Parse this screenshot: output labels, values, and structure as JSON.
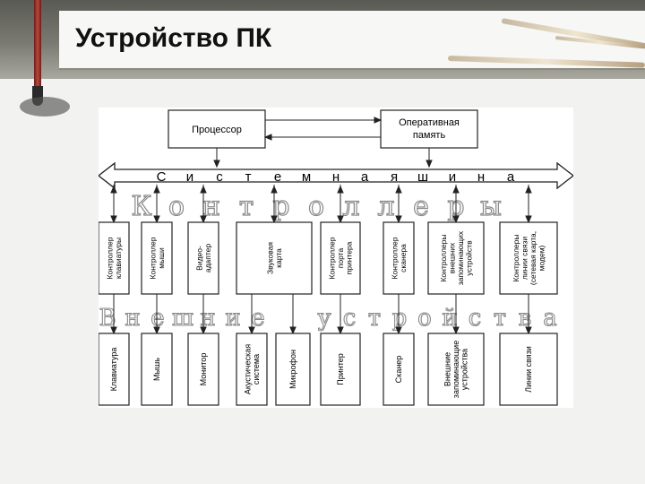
{
  "slide": {
    "title": "Устройство ПК"
  },
  "diagram": {
    "processor": "Процессор",
    "ram": [
      "Оперативная",
      "память"
    ],
    "bus_label": [
      "С",
      "и",
      "с",
      "т",
      "е",
      "м",
      "н",
      "а",
      "я",
      "ш",
      "и",
      "н",
      "а"
    ],
    "controllers_heading": [
      "К",
      "о",
      "н",
      "т",
      "р",
      "о",
      "л",
      "л",
      "е",
      "р",
      "ы"
    ],
    "external_heading": [
      "В",
      "н",
      "е",
      "ш",
      "н",
      "и",
      "е",
      "у",
      "с",
      "т",
      "р",
      "о",
      "й",
      "с",
      "т",
      "в",
      "а"
    ],
    "controllers": [
      [
        "Контроллер",
        "клавиатуры"
      ],
      [
        "Контроллер",
        "мыши"
      ],
      [
        "Видео-",
        "адаптер"
      ],
      [
        "Звуковая",
        "карта"
      ],
      [
        "Контроллер",
        "порта",
        "принтера"
      ],
      [
        "Контроллер",
        "сканера"
      ],
      [
        "Контроллеры",
        "внешних",
        "запоминающих",
        "устройств"
      ],
      [
        "Контроллеры",
        "линии связи",
        "(сетевая карта,",
        "модем)"
      ]
    ],
    "devices": [
      [
        "Клавиатура"
      ],
      [
        "Мышь"
      ],
      [
        "Монитор"
      ],
      [
        "Акустическая",
        "система"
      ],
      [
        "Микрофон"
      ],
      [
        "Принтер"
      ],
      [
        "Сканер"
      ],
      [
        "Внешние",
        "запоминающие",
        "устройства"
      ],
      [
        "Линии связи"
      ]
    ]
  }
}
